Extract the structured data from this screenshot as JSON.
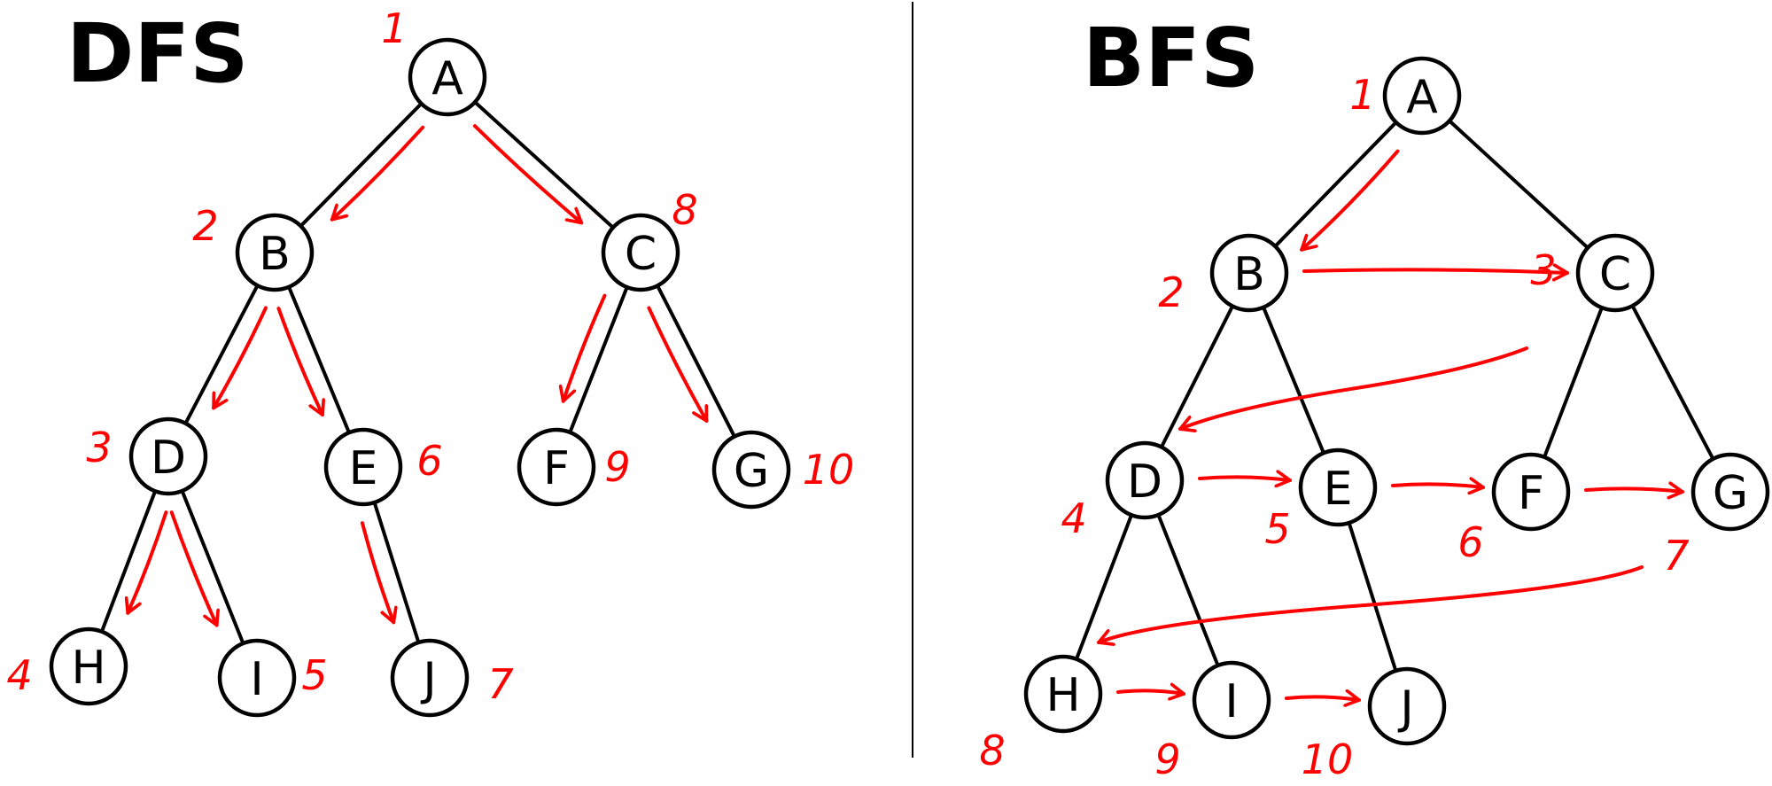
{
  "colors": {
    "ink": "#000000",
    "accent": "#ff0000",
    "background": "#ffffff"
  },
  "panels": [
    {
      "id": "dfs",
      "title": "DFS",
      "nodes": [
        {
          "id": "A",
          "label": "A",
          "order": "1"
        },
        {
          "id": "B",
          "label": "B",
          "order": "2"
        },
        {
          "id": "C",
          "label": "C",
          "order": "8"
        },
        {
          "id": "D",
          "label": "D",
          "order": "3"
        },
        {
          "id": "E",
          "label": "E",
          "order": "6"
        },
        {
          "id": "F",
          "label": "F",
          "order": "9"
        },
        {
          "id": "G",
          "label": "G",
          "order": "10"
        },
        {
          "id": "H",
          "label": "H",
          "order": "4"
        },
        {
          "id": "I",
          "label": "I",
          "order": "5"
        },
        {
          "id": "J",
          "label": "J",
          "order": "7"
        }
      ],
      "edges": [
        [
          "A",
          "B"
        ],
        [
          "A",
          "C"
        ],
        [
          "B",
          "D"
        ],
        [
          "B",
          "E"
        ],
        [
          "C",
          "F"
        ],
        [
          "C",
          "G"
        ],
        [
          "D",
          "H"
        ],
        [
          "D",
          "I"
        ],
        [
          "E",
          "J"
        ]
      ],
      "traversal_arrows": [
        [
          "A",
          "B"
        ],
        [
          "A",
          "C"
        ],
        [
          "B",
          "D"
        ],
        [
          "B",
          "E"
        ],
        [
          "C",
          "F"
        ],
        [
          "C",
          "G"
        ],
        [
          "D",
          "H"
        ],
        [
          "D",
          "I"
        ],
        [
          "E",
          "J"
        ]
      ]
    },
    {
      "id": "bfs",
      "title": "BFS",
      "nodes": [
        {
          "id": "A",
          "label": "A",
          "order": "1"
        },
        {
          "id": "B",
          "label": "B",
          "order": "2"
        },
        {
          "id": "C",
          "label": "C",
          "order": "3"
        },
        {
          "id": "D",
          "label": "D",
          "order": "4"
        },
        {
          "id": "E",
          "label": "E",
          "order": "5"
        },
        {
          "id": "F",
          "label": "F",
          "order": "6"
        },
        {
          "id": "G",
          "label": "G",
          "order": "7"
        },
        {
          "id": "H",
          "label": "H",
          "order": "8"
        },
        {
          "id": "I",
          "label": "I",
          "order": "9"
        },
        {
          "id": "J",
          "label": "J",
          "order": "10"
        }
      ],
      "edges": [
        [
          "A",
          "B"
        ],
        [
          "A",
          "C"
        ],
        [
          "B",
          "D"
        ],
        [
          "B",
          "E"
        ],
        [
          "C",
          "F"
        ],
        [
          "C",
          "G"
        ],
        [
          "D",
          "H"
        ],
        [
          "D",
          "I"
        ],
        [
          "E",
          "J"
        ]
      ],
      "traversal_arrows": [
        [
          "A",
          "B"
        ],
        [
          "B",
          "C"
        ],
        [
          "C",
          "D"
        ],
        [
          "D",
          "E"
        ],
        [
          "E",
          "F"
        ],
        [
          "F",
          "G"
        ],
        [
          "G",
          "H"
        ],
        [
          "H",
          "I"
        ],
        [
          "I",
          "J"
        ]
      ]
    }
  ]
}
